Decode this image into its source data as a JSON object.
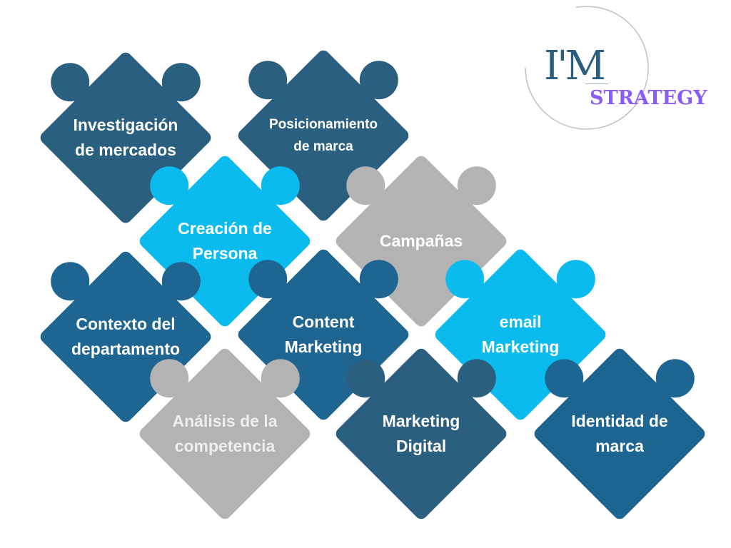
{
  "colors": {
    "dark": "#2a5f80",
    "blue": "#1f6591",
    "light": "#0cbbee",
    "gray": "#b3b3b3",
    "logo_accent": "#8a5cf6",
    "logo_main": "#2b5f80"
  },
  "logo": {
    "mark": "I'M",
    "text": "STRATEGY"
  },
  "pieces": [
    {
      "label": [
        "Investigación",
        "de mercados"
      ],
      "color": "dark"
    },
    {
      "label": [
        "Posicionamiento",
        "de marca"
      ],
      "color": "dark",
      "small": true
    },
    {
      "label": [
        "Creación de",
        "Persona"
      ],
      "color": "light"
    },
    {
      "label": [
        "Campañas"
      ],
      "color": "gray"
    },
    {
      "label": [
        "Contexto del",
        "departamento"
      ],
      "color": "blue"
    },
    {
      "label": [
        "Content",
        "Marketing"
      ],
      "color": "blue"
    },
    {
      "label": [
        "email",
        "Marketing"
      ],
      "color": "light"
    },
    {
      "label": [
        "Análisis de la",
        "competencia"
      ],
      "color": "gray",
      "muted": true
    },
    {
      "label": [
        "Marketing",
        "Digital"
      ],
      "color": "dark"
    },
    {
      "label": [
        "Identidad de",
        "marca"
      ],
      "color": "blue"
    }
  ]
}
